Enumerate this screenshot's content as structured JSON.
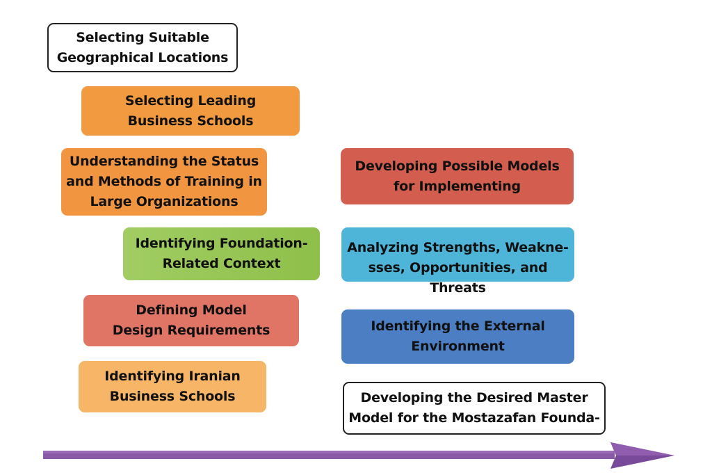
{
  "diagram": {
    "steps_left": [
      {
        "label": "Selecting Suitable\nGeographical Locations",
        "color": "#ffffff"
      },
      {
        "label": "Selecting Leading\nBusiness Schools",
        "color": "#f29a40"
      },
      {
        "label": "Understanding the Status\nand Methods of Training in\nLarge Organizations",
        "color": "#f29541"
      },
      {
        "label": "Identifying Foundation-\nRelated Context",
        "color": "#97c655"
      },
      {
        "label": "Defining Model\nDesign Requirements",
        "color": "#e07566"
      },
      {
        "label": "Identifying Iranian\nBusiness Schools",
        "color": "#f6b567"
      }
    ],
    "steps_right": [
      {
        "label": "Developing Possible Models\nfor Implementing",
        "color": "#d35e50"
      },
      {
        "label": "Analyzing Strengths, Weakne-\nsses, Opportunities, and\nThreats",
        "color": "#4eb4d8"
      },
      {
        "label": "Identifying the External\nEnvironment",
        "color": "#4c7ec3"
      },
      {
        "label": "Developing the Desired Master\nModel for the Mostazafan Founda-",
        "color": "#ffffff"
      }
    ],
    "arrow_color": "#8a5aa6"
  }
}
